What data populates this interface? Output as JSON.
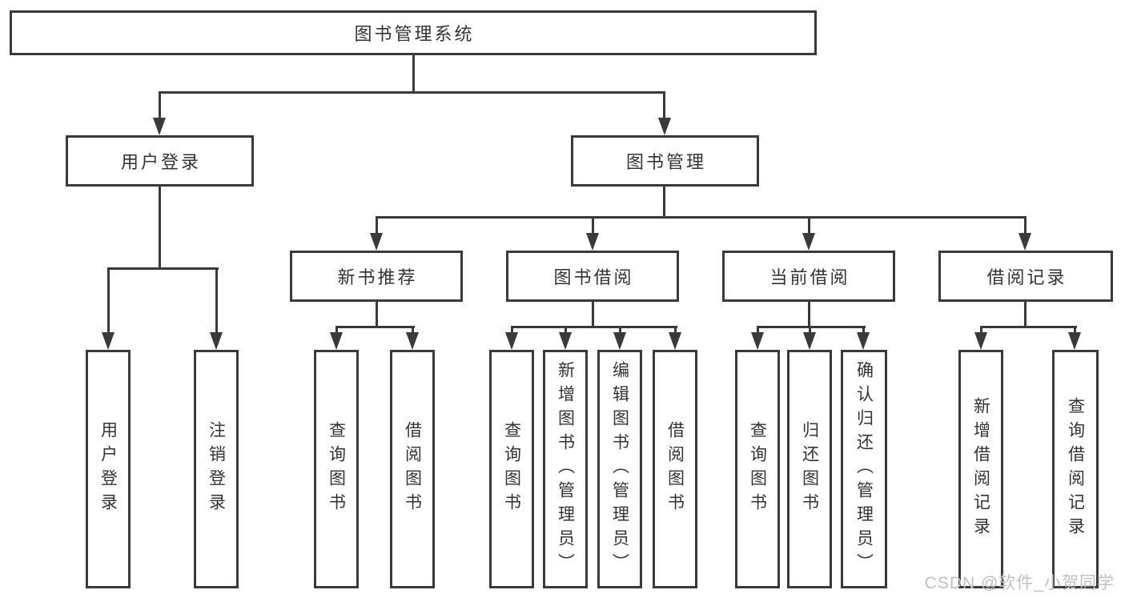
{
  "diagram_title": "图书管理系统",
  "colors": {
    "line": "#3a3a3a",
    "text": "#333333",
    "background": "#ffffff",
    "watermark": "#c1c0c0"
  },
  "nodes": {
    "root": "图书管理系统",
    "user_login": "用户登录",
    "book_mgmt": "图书管理",
    "new_book": "新书推荐",
    "book_borrow": "图书借阅",
    "current_borrow": "当前借阅",
    "borrow_record": "借阅记录",
    "leaves": {
      "user_login": "用户登录",
      "logout": "注销登录",
      "nb_query": "查询图书",
      "nb_borrow": "借阅图书",
      "bb_query": "查询图书",
      "bb_add": "新增图书（管理员）",
      "bb_edit": "编辑图书（管理员）",
      "bb_borrow": "借阅图书",
      "cb_query": "查询图书",
      "cb_return": "归还图书",
      "cb_confirm": "确认归还（管理员）",
      "br_add": "新增借阅记录",
      "br_query": "查询借阅记录"
    }
  },
  "watermark": "CSDN @软件_小贺同学"
}
